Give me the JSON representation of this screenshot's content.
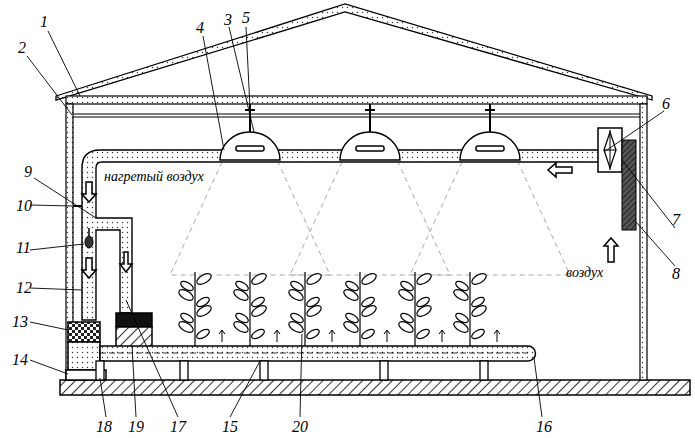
{
  "diagram": {
    "labels": [
      "1",
      "2",
      "3",
      "4",
      "5",
      "6",
      "нагретый воздух",
      "7",
      "8",
      "воздух",
      "9",
      "10",
      "11",
      "12",
      "13",
      "14",
      "15",
      "16",
      "17",
      "18",
      "19",
      "20"
    ]
  }
}
